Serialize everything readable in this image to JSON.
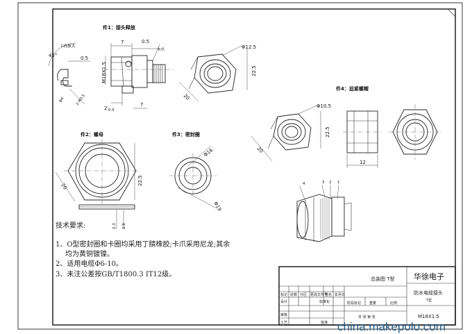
{
  "parts": {
    "p1_title": "件1：接头释放",
    "p2_title": "件2：螺母",
    "p3_title": "件3：密封圈",
    "p4_title": "件4：迫紧螺帽",
    "c_label": "C向放大"
  },
  "dims": {
    "d_45": "45°",
    "d_05a": "0.5",
    "d_2r05": "2-R0.5",
    "d_phi4": "Φ4",
    "d_7a": "7",
    "d_05b": "0.5",
    "d_kazhua": "卡爪",
    "d_m18": "M18X1.5",
    "d_2_05": "2",
    "d_05c": "0.5",
    "d_7b": "7",
    "d_phi125": "Φ12.5",
    "d_225a": "22.5",
    "d_20a": "20",
    "d_phi105": "Φ10.5",
    "d_225b": "22.5",
    "d_20b": "20",
    "d_12": "12",
    "d_225c": "22.5",
    "d_20c": "20",
    "d_phi16": "Φ16",
    "d_phi19": "Φ19",
    "d_23": "2.3",
    "d_28": "2.8",
    "b_4": "4",
    "b_3": "3",
    "b_2": "2",
    "b_1": "1"
  },
  "notes": {
    "heading": "技术要求:",
    "line1": "1、O型密封圈和卡圈均采用丁腈橡胶;卡爪采用尼龙;其余",
    "line1b": "均为黄铜镀镍。",
    "line2": "2、适用电缆Φ6-10。",
    "line3": "3、未注公差按GB/T1800.3  IT12级。"
  },
  "title_block": {
    "assembly": "总装图  T型",
    "company": "华徐电子",
    "product": "防水电缆接头",
    "type": "T型",
    "spec": "M18X1.5",
    "h_mark": "标记",
    "h_count": "处数",
    "h_zone": "分区",
    "h_docno": "更改文件号",
    "h_sign": "签名",
    "h_date": "年月日",
    "h_design": "设计",
    "h_std": "标准化",
    "h_stage": "阶段标记",
    "h_weight": "重量",
    "h_scale": "比例",
    "h_review": "审核",
    "h_process": "工艺",
    "h_approve": "批准",
    "h_total": "共  张  第  张"
  },
  "watermark": "china.makepolo.com"
}
